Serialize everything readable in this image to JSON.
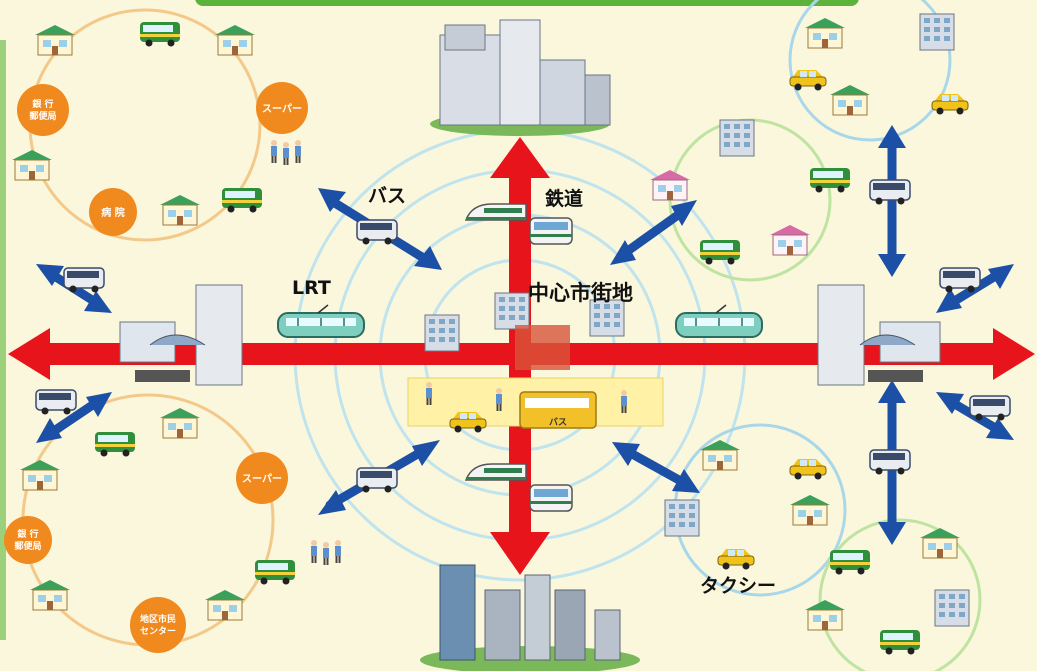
{
  "labels": {
    "bus": "バス",
    "railway": "鉄道",
    "lrt": "LRT",
    "city_center": "中心市街地",
    "taxi": "タクシー",
    "bus_sign": "バス"
  },
  "nodes": {
    "supermarket_top_left": "スーパー",
    "bank_post_top_left": [
      "銀 行",
      "郵便局"
    ],
    "hospital_top_left": "病 院",
    "supermarket_bottom_left": "スーパー",
    "bank_post_bottom_left": [
      "銀 行",
      "郵便局"
    ],
    "community_center": [
      "地区市民",
      "センター"
    ]
  },
  "colors": {
    "background": "#fbf7dc",
    "frame_green": "#5bb33a",
    "trunk_red": "#e8141c",
    "feeder_blue": "#1c4fa6",
    "node_orange": "#f08a1e",
    "ring_cyan": "#bfe4ee",
    "loop_orange": "#f3c98a",
    "loop_blue": "#a9d7ea",
    "loop_green": "#bfe3a0"
  },
  "icons": [
    "house-icon",
    "bus-icon",
    "train-icon",
    "shinkansen-icon",
    "lrt-tram-icon",
    "taxi-icon",
    "building-icon",
    "station-icon",
    "people-icon"
  ]
}
